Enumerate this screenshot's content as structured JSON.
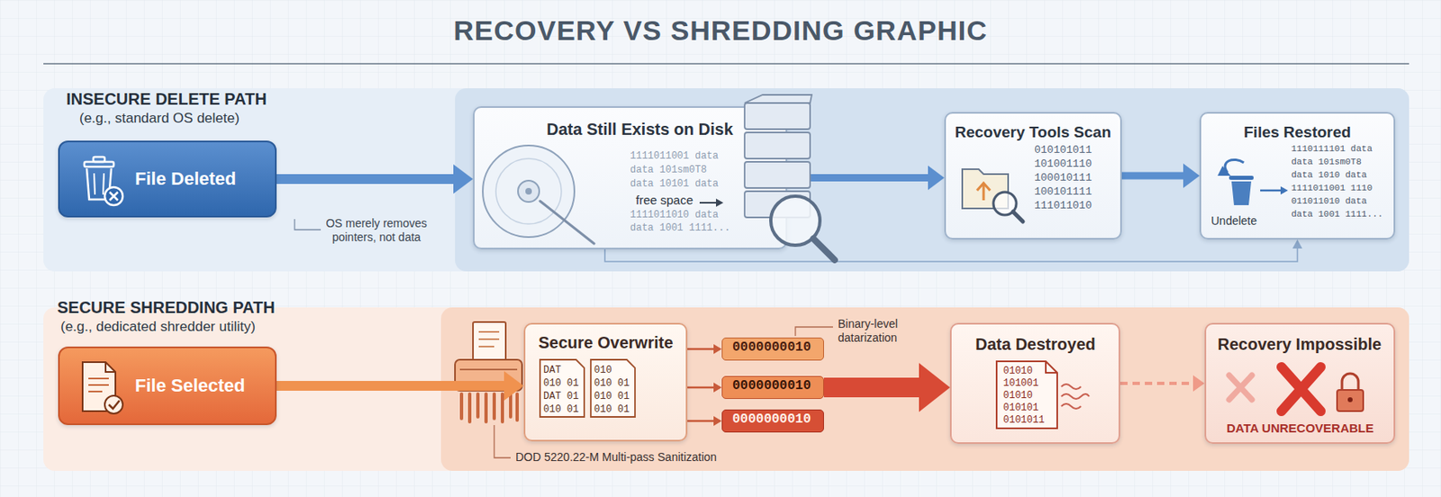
{
  "diagram": {
    "title": "RECOVERY VS SHREDDING GRAPHIC",
    "nodes": [
      {
        "text": [
          "INSECURE DELETE PATH",
          "(e.g., standard OS delete)"
        ]
      },
      {
        "text": [
          "File Deleted"
        ],
        "in": 0
      },
      {
        "text": [
          "Data Still Exists on Disk"
        ],
        "in": 0
      },
      {
        "text": [
          "Recovery Tools Scan"
        ],
        "in": 0
      },
      {
        "text": [
          "Files Restored"
        ],
        "in": 0
      },
      {
        "text": [
          "SECURE SHREDDING PATH",
          "(e.g., dedicated shredder utility)"
        ]
      },
      {
        "text": [
          "File Selected"
        ],
        "in": 5
      },
      {
        "text": [
          "Secure Overwrite"
        ],
        "in": 5
      },
      {
        "text": [
          "0000000010"
        ],
        "in": 5
      },
      {
        "text": [
          "0000000010"
        ],
        "in": 5
      },
      {
        "text": [
          "0000000010"
        ],
        "in": 5
      },
      {
        "text": [
          "Data Destroyed"
        ],
        "in": 5
      },
      {
        "text": [
          "Recovery Impossible",
          "DATA UNRECOVERABLE"
        ],
        "in": 5
      }
    ],
    "edges": [
      {
        "from": 1,
        "to": 2,
        "arrow": "to"
      },
      {
        "from": 2,
        "to": 3,
        "arrow": "to"
      },
      {
        "from": 3,
        "to": 4,
        "arrow": "to"
      },
      {
        "from": 2,
        "to": 4,
        "arrow": "to"
      },
      {
        "from": 6,
        "to": 7,
        "arrow": "to"
      },
      {
        "from": 7,
        "to": 8,
        "arrow": "to"
      },
      {
        "from": 7,
        "to": 9,
        "arrow": "to"
      },
      {
        "from": 7,
        "to": 10,
        "arrow": "to"
      },
      {
        "from": 9,
        "to": 11,
        "arrow": "to"
      },
      {
        "from": 11,
        "to": 12,
        "arrow": "to"
      }
    ],
    "labels": [
      "OS merely removes pointers, not data",
      "1111011001 data",
      "data 101sm0T8",
      "data 10101 data",
      "free space",
      "1111011010 data",
      "data 1001 1111...",
      "010101011",
      "101001110",
      "100010111",
      "100101111",
      "111011010",
      "Undelete",
      "1110111101 data",
      "data 101sm0T8",
      "data 1010 data",
      "1111011001 1110",
      "011011010 data",
      "data 1001 1111...",
      "Binary-level datarization",
      "DAT",
      "010 01",
      "DAT 01",
      "010 01",
      "010",
      "010 01",
      "010 01",
      "010 01",
      "DOD 5220.22-M Multi-pass Sanitization",
      "01010",
      "101001",
      "01010",
      "010101",
      "0101011"
    ]
  }
}
